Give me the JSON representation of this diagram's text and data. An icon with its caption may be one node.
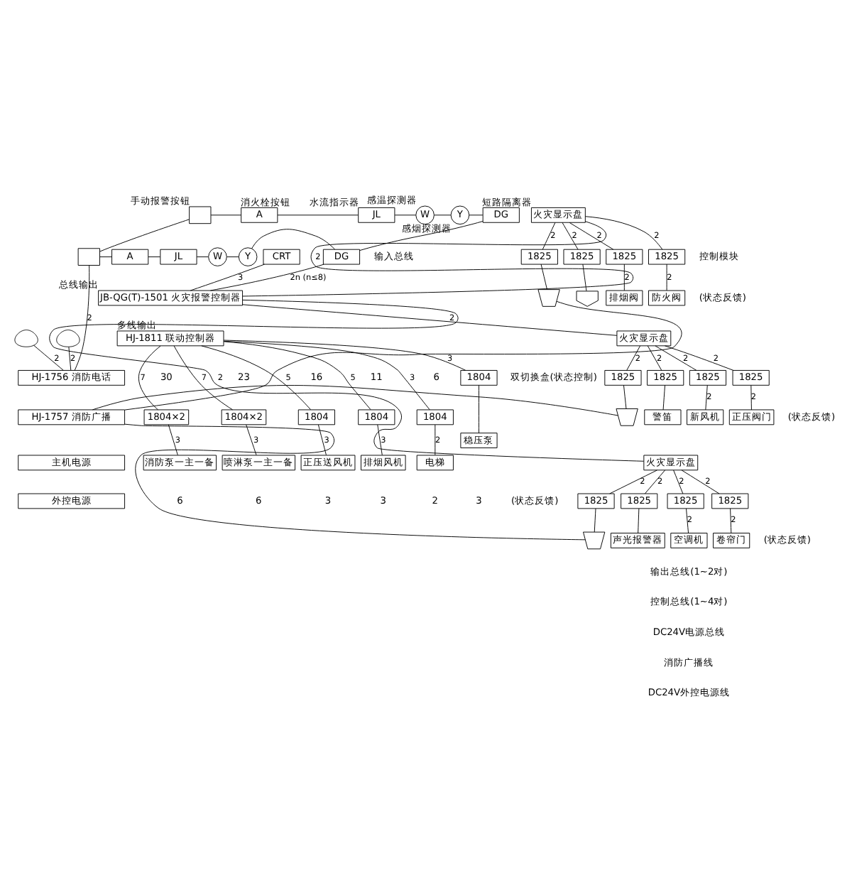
{
  "diagram": {
    "nodes": [
      {
        "text": [],
        "shape": "box",
        "beside": [
          "手动报警按钮"
        ]
      },
      {
        "text": [
          "A"
        ],
        "beside": [
          "消火栓按钮"
        ]
      },
      {
        "text": [
          "JL"
        ],
        "beside": [
          "水流指示器"
        ]
      },
      {
        "text": [
          "W"
        ],
        "beside": [
          "感温探测器"
        ]
      },
      {
        "text": [
          "Y"
        ],
        "beside": [
          "感烟探测器"
        ]
      },
      {
        "text": [
          "DG"
        ],
        "beside": [
          "短路隔离器"
        ]
      },
      {
        "text": [],
        "shape": "box"
      },
      {
        "text": [
          "A"
        ]
      },
      {
        "text": [
          "JL"
        ]
      },
      {
        "text": [
          "W"
        ]
      },
      {
        "text": [
          "Y"
        ]
      },
      {
        "text": [
          "DG"
        ]
      },
      {
        "text": [],
        "shape": "egg"
      },
      {
        "text": [],
        "shape": "egg"
      },
      {
        "text": [
          "CRT"
        ]
      },
      {
        "text": [
          "火灾显示盘"
        ]
      },
      {
        "text": [
          "火灾显示盘"
        ]
      },
      {
        "text": [
          "火灾显示盘"
        ]
      },
      {
        "text": [
          "1825"
        ]
      },
      {
        "text": [
          "1825"
        ]
      },
      {
        "text": [
          "1825"
        ]
      },
      {
        "text": [
          "1825"
        ]
      },
      {
        "text": [],
        "shape": "trapezium"
      },
      {
        "text": [],
        "shape": "dome"
      },
      {
        "text": [
          "排烟阀"
        ]
      },
      {
        "text": [
          "防火阀"
        ]
      },
      {
        "text": [
          "1825"
        ]
      },
      {
        "text": [
          "1825"
        ]
      },
      {
        "text": [
          "1825"
        ]
      },
      {
        "text": [
          "1825"
        ]
      },
      {
        "text": [],
        "shape": "trapezium"
      },
      {
        "text": [
          "警笛"
        ]
      },
      {
        "text": [
          "新风机"
        ]
      },
      {
        "text": [
          "正压阀门"
        ]
      },
      {
        "text": [
          "1825"
        ]
      },
      {
        "text": [
          "1825"
        ]
      },
      {
        "text": [
          "1825"
        ]
      },
      {
        "text": [
          "1825"
        ]
      },
      {
        "text": [],
        "shape": "trapezium"
      },
      {
        "text": [
          "声光报警器"
        ]
      },
      {
        "text": [
          "空调机"
        ]
      },
      {
        "text": [
          "卷帘门"
        ]
      },
      {
        "text": [
          "JB-QG(T)-1501 火灾报警控制器"
        ],
        "beside": [
          "总线输出"
        ]
      },
      {
        "text": [
          "HJ-1811 联动控制器"
        ],
        "beside": [
          "多线输出"
        ]
      },
      {
        "text": [
          "HJ-1756 消防电话"
        ]
      },
      {
        "text": [
          "HJ-1757 消防广播"
        ]
      },
      {
        "text": [
          "主机电源"
        ]
      },
      {
        "text": [
          "外控电源"
        ]
      },
      {
        "text": [
          "1804×2"
        ]
      },
      {
        "text": [
          "1804×2"
        ]
      },
      {
        "text": [
          "1804"
        ]
      },
      {
        "text": [
          "1804"
        ]
      },
      {
        "text": [
          "1804"
        ]
      },
      {
        "text": [
          "1804"
        ]
      },
      {
        "text": [
          "消防泵一主一备"
        ]
      },
      {
        "text": [
          "喷淋泵一主一备"
        ]
      },
      {
        "text": [
          "正压送风机"
        ]
      },
      {
        "text": [
          "排烟风机"
        ]
      },
      {
        "text": [
          "电梯"
        ]
      },
      {
        "text": [
          "稳压泵"
        ]
      }
    ],
    "edges": [
      {
        "from": 0,
        "to": 1,
        "arrow": "none"
      },
      {
        "from": 1,
        "to": 2,
        "arrow": "none"
      },
      {
        "from": 2,
        "to": 3,
        "arrow": "none"
      },
      {
        "from": 3,
        "to": 4,
        "arrow": "none"
      },
      {
        "from": 4,
        "to": 5,
        "arrow": "none"
      },
      {
        "from": 6,
        "to": 7,
        "arrow": "none"
      },
      {
        "from": 7,
        "to": 8,
        "arrow": "none"
      },
      {
        "from": 8,
        "to": 9,
        "arrow": "none"
      },
      {
        "from": 9,
        "to": 10,
        "arrow": "none"
      },
      {
        "from": 10,
        "to": 11,
        "arrow": "none"
      },
      {
        "from": 5,
        "to": 11,
        "arrow": "none"
      },
      {
        "from": 11,
        "to": 42,
        "arrow": "none",
        "label": "2n (n≤8)"
      },
      {
        "from": 0,
        "to": 6,
        "arrow": "none"
      },
      {
        "from": 6,
        "to": 44,
        "arrow": "none",
        "label": "2"
      },
      {
        "from": 12,
        "to": 44,
        "arrow": "none",
        "label": "2"
      },
      {
        "from": 13,
        "to": 44,
        "arrow": "none",
        "label": "2"
      },
      {
        "from": 14,
        "to": 42,
        "arrow": "none",
        "label": "3"
      },
      {
        "from": 42,
        "to": 15,
        "arrow": "none",
        "label": "2"
      },
      {
        "from": 42,
        "to": 16,
        "arrow": "none",
        "label": "2"
      },
      {
        "from": 42,
        "to": 17,
        "arrow": "none",
        "label": "2"
      },
      {
        "from": 15,
        "to": 18,
        "arrow": "none",
        "label": "2"
      },
      {
        "from": 15,
        "to": 19,
        "arrow": "none",
        "label": "2"
      },
      {
        "from": 15,
        "to": 20,
        "arrow": "none",
        "label": "2"
      },
      {
        "from": 15,
        "to": 21,
        "arrow": "none",
        "label": "2"
      },
      {
        "from": 16,
        "to": 26,
        "arrow": "none",
        "label": "2"
      },
      {
        "from": 16,
        "to": 27,
        "arrow": "none",
        "label": "2"
      },
      {
        "from": 16,
        "to": 28,
        "arrow": "none",
        "label": "2"
      },
      {
        "from": 16,
        "to": 29,
        "arrow": "none",
        "label": "2"
      },
      {
        "from": 17,
        "to": 34,
        "arrow": "none",
        "label": "2"
      },
      {
        "from": 17,
        "to": 35,
        "arrow": "none",
        "label": "2"
      },
      {
        "from": 17,
        "to": 36,
        "arrow": "none",
        "label": "2"
      },
      {
        "from": 17,
        "to": 37,
        "arrow": "none",
        "label": "2"
      },
      {
        "from": 18,
        "to": 22,
        "arrow": "none"
      },
      {
        "from": 19,
        "to": 23,
        "arrow": "none"
      },
      {
        "from": 20,
        "to": 24,
        "arrow": "none",
        "label": "2"
      },
      {
        "from": 21,
        "to": 25,
        "arrow": "none",
        "label": "2"
      },
      {
        "from": 26,
        "to": 30,
        "arrow": "none"
      },
      {
        "from": 27,
        "to": 31,
        "arrow": "none"
      },
      {
        "from": 28,
        "to": 32,
        "arrow": "none",
        "label": "2"
      },
      {
        "from": 29,
        "to": 33,
        "arrow": "none",
        "label": "2"
      },
      {
        "from": 34,
        "to": 38,
        "arrow": "none"
      },
      {
        "from": 35,
        "to": 39,
        "arrow": "none"
      },
      {
        "from": 36,
        "to": 40,
        "arrow": "none",
        "label": "2"
      },
      {
        "from": 37,
        "to": 41,
        "arrow": "none",
        "label": "2"
      },
      {
        "from": 45,
        "to": 22,
        "arrow": "none"
      },
      {
        "from": 45,
        "to": 30,
        "arrow": "none"
      },
      {
        "from": 45,
        "to": 38,
        "arrow": "none"
      },
      {
        "from": 43,
        "to": 48,
        "arrow": "none",
        "label": "7"
      },
      {
        "from": 43,
        "to": 49,
        "arrow": "none",
        "label": "7"
      },
      {
        "from": 43,
        "to": 50,
        "arrow": "none",
        "label": "5"
      },
      {
        "from": 43,
        "to": 51,
        "arrow": "none",
        "label": "5"
      },
      {
        "from": 43,
        "to": 52,
        "arrow": "none",
        "label": "3"
      },
      {
        "from": 43,
        "to": 53,
        "arrow": "none",
        "label": "3"
      },
      {
        "from": 48,
        "to": 54,
        "arrow": "none",
        "label": "3"
      },
      {
        "from": 49,
        "to": 55,
        "arrow": "none",
        "label": "3"
      },
      {
        "from": 50,
        "to": 56,
        "arrow": "none",
        "label": "3"
      },
      {
        "from": 51,
        "to": 57,
        "arrow": "none",
        "label": "3"
      },
      {
        "from": 52,
        "to": 58,
        "arrow": "none",
        "label": "2"
      },
      {
        "from": 53,
        "to": 59,
        "arrow": "none"
      }
    ],
    "labels": [
      "控制模块",
      "(状态反馈)",
      "(状态反馈)",
      "(状态反馈)",
      "输入总线",
      "输出总线(1~2对)",
      "控制总线(1~4对)",
      "DC24V电源总线",
      "消防广播线",
      "DC24V外控电源线",
      "30",
      "23",
      "16",
      "11",
      "6",
      "双切换盒(状态控制)",
      "6",
      "6",
      "3",
      "3",
      "2",
      "3",
      "(状态反馈)"
    ]
  }
}
